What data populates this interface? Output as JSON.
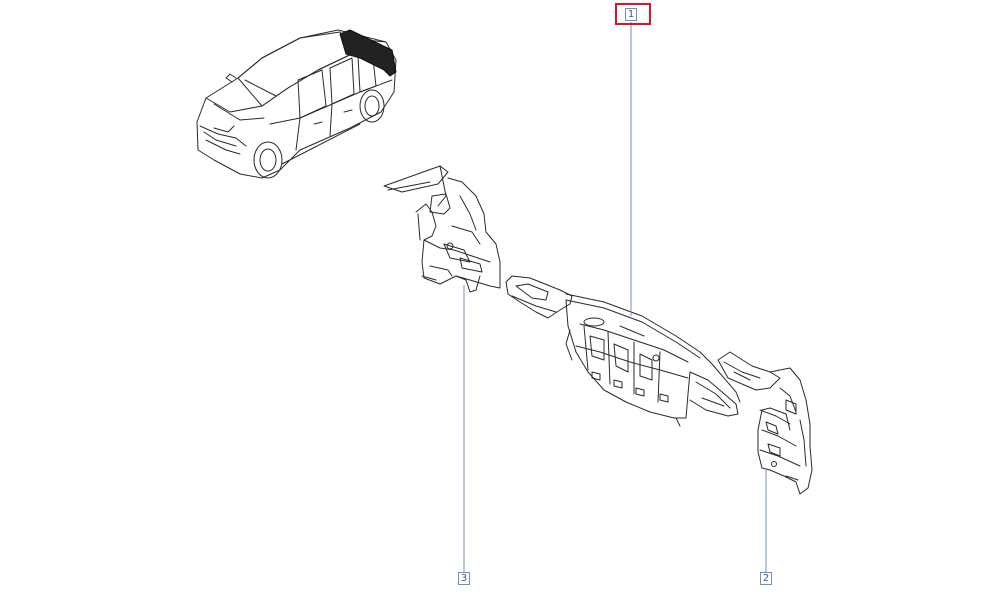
{
  "parts": [
    {
      "ref": "1",
      "selected": true
    },
    {
      "ref": "2",
      "selected": false
    },
    {
      "ref": "3",
      "selected": false
    }
  ],
  "colors": {
    "line": "#2a2a2a",
    "leader": "#6f8fbf",
    "callout_text": "#3a5a8c",
    "selection": "#d9142b",
    "car_trim_fill": "#222222"
  }
}
